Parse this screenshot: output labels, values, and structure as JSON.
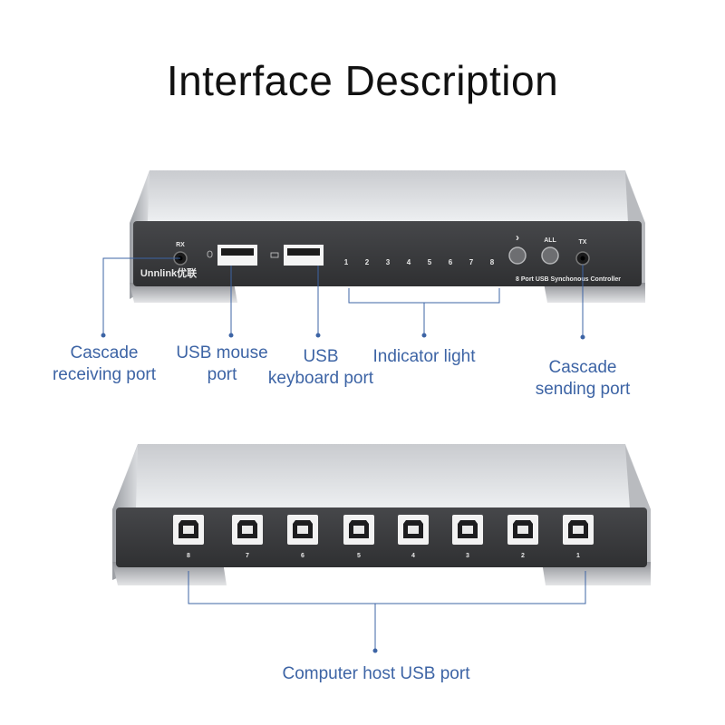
{
  "title": "Interface Description",
  "front_panel": {
    "brand": "Unnlink优联",
    "rx_label": "RX",
    "all_label": "ALL",
    "tx_label": "TX",
    "next_symbol": "›",
    "indicator_numbers": [
      "1",
      "2",
      "3",
      "4",
      "5",
      "6",
      "7",
      "8"
    ],
    "product_text": "8 Port USB Synchonous Controller"
  },
  "back_panel": {
    "port_numbers": [
      "8",
      "7",
      "6",
      "5",
      "4",
      "3",
      "2",
      "1"
    ]
  },
  "callouts": {
    "cascade_receiving": [
      "Cascade",
      "receiving port"
    ],
    "usb_mouse": [
      "USB mouse",
      "port"
    ],
    "usb_keyboard": [
      "USB",
      "keyboard port"
    ],
    "indicator_light": [
      "Indicator light"
    ],
    "cascade_sending": [
      "Cascade",
      "sending port"
    ],
    "computer_host": [
      "Computer host USB port"
    ]
  },
  "colors": {
    "callout": "#3d64a5",
    "panel": "#3a3b3d",
    "chassis": "#d2d4d8"
  }
}
